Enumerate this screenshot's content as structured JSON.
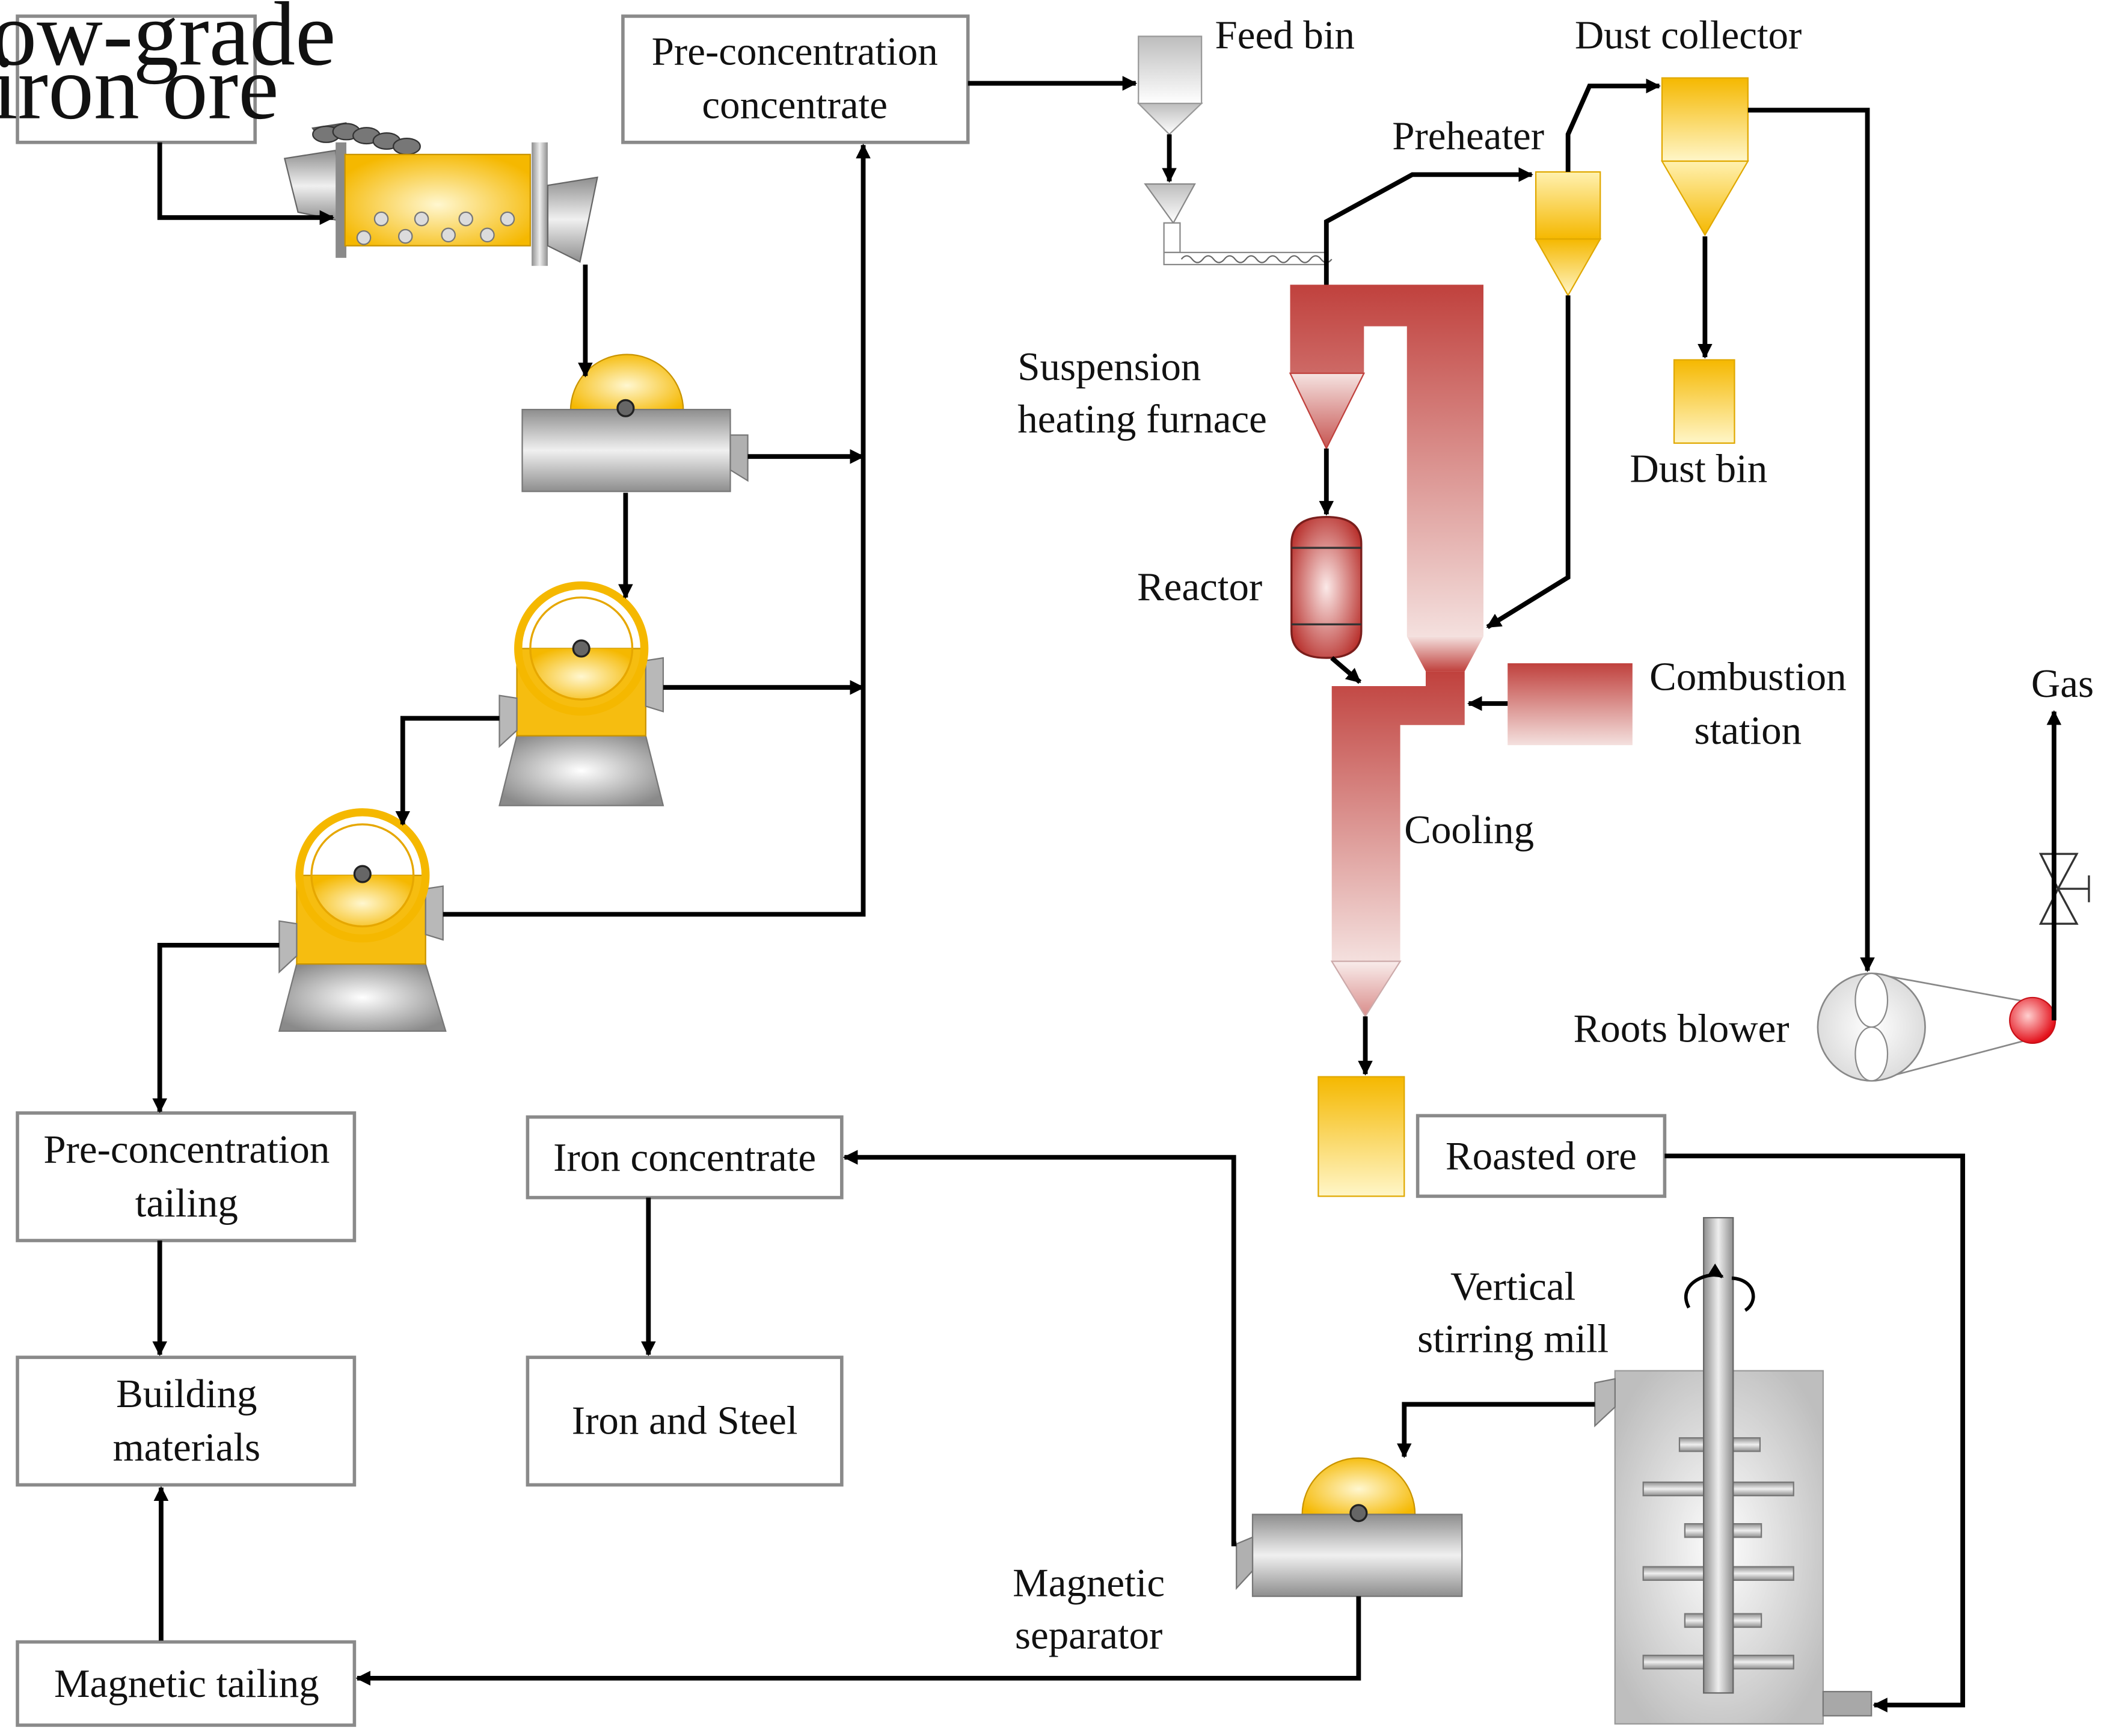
{
  "boxes": {
    "low_grade_ore": [
      "Low-grade",
      "iron ore"
    ],
    "pre_conc_concentrate": [
      "Pre-concentration",
      "concentrate"
    ],
    "pre_conc_tailing": [
      "Pre-concentration",
      "tailing"
    ],
    "building_materials": [
      "Building",
      "materials"
    ],
    "magnetic_tailing": [
      "Magnetic tailing"
    ],
    "iron_concentrate": [
      "Iron concentrate"
    ],
    "iron_and_steel": [
      "Iron and Steel"
    ],
    "roasted_ore": [
      "Roasted ore"
    ]
  },
  "labels": {
    "feed_bin": [
      "Feed bin"
    ],
    "dust_collector": [
      "Dust collector"
    ],
    "preheater": [
      "Preheater"
    ],
    "suspension_furnace": [
      "Suspension",
      "heating furnace"
    ],
    "dust_bin": [
      "Dust bin"
    ],
    "reactor": [
      "Reactor"
    ],
    "combustion_station": [
      "Combustion",
      "station"
    ],
    "gas": [
      "Gas"
    ],
    "cooling": [
      "Cooling"
    ],
    "roots_blower": [
      "Roots blower"
    ],
    "vertical_stirring_mill": [
      "Vertical",
      "stirring mill"
    ],
    "magnetic_separator": [
      "Magnetic",
      "separator"
    ]
  },
  "colors": {
    "ore_gold": "#f5b800",
    "ore_light": "#fff6c8",
    "furnace_red": "#c0413d",
    "furnace_light": "#f4e0de",
    "equipment_gray": "#9a9a9a",
    "equipment_light": "#f2f2f2",
    "line": "#000000"
  }
}
